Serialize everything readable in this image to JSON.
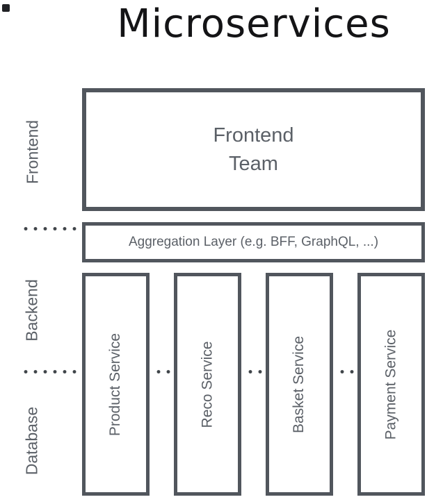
{
  "title": "Microservices",
  "row_labels": {
    "frontend": "Frontend",
    "backend": "Backend",
    "database": "Database"
  },
  "frontend_team": {
    "line1": "Frontend",
    "line2": "Team"
  },
  "aggregation": {
    "label": "Aggregation Layer (e.g. BFF, GraphQL, ...)"
  },
  "services": [
    "Product Service",
    "Reco Service",
    "Basket Service",
    "Payment Service"
  ],
  "colors": {
    "box_border": "#51565d",
    "box_text": "#5b6067",
    "title_text": "#141416",
    "dot": "#3f4449"
  }
}
